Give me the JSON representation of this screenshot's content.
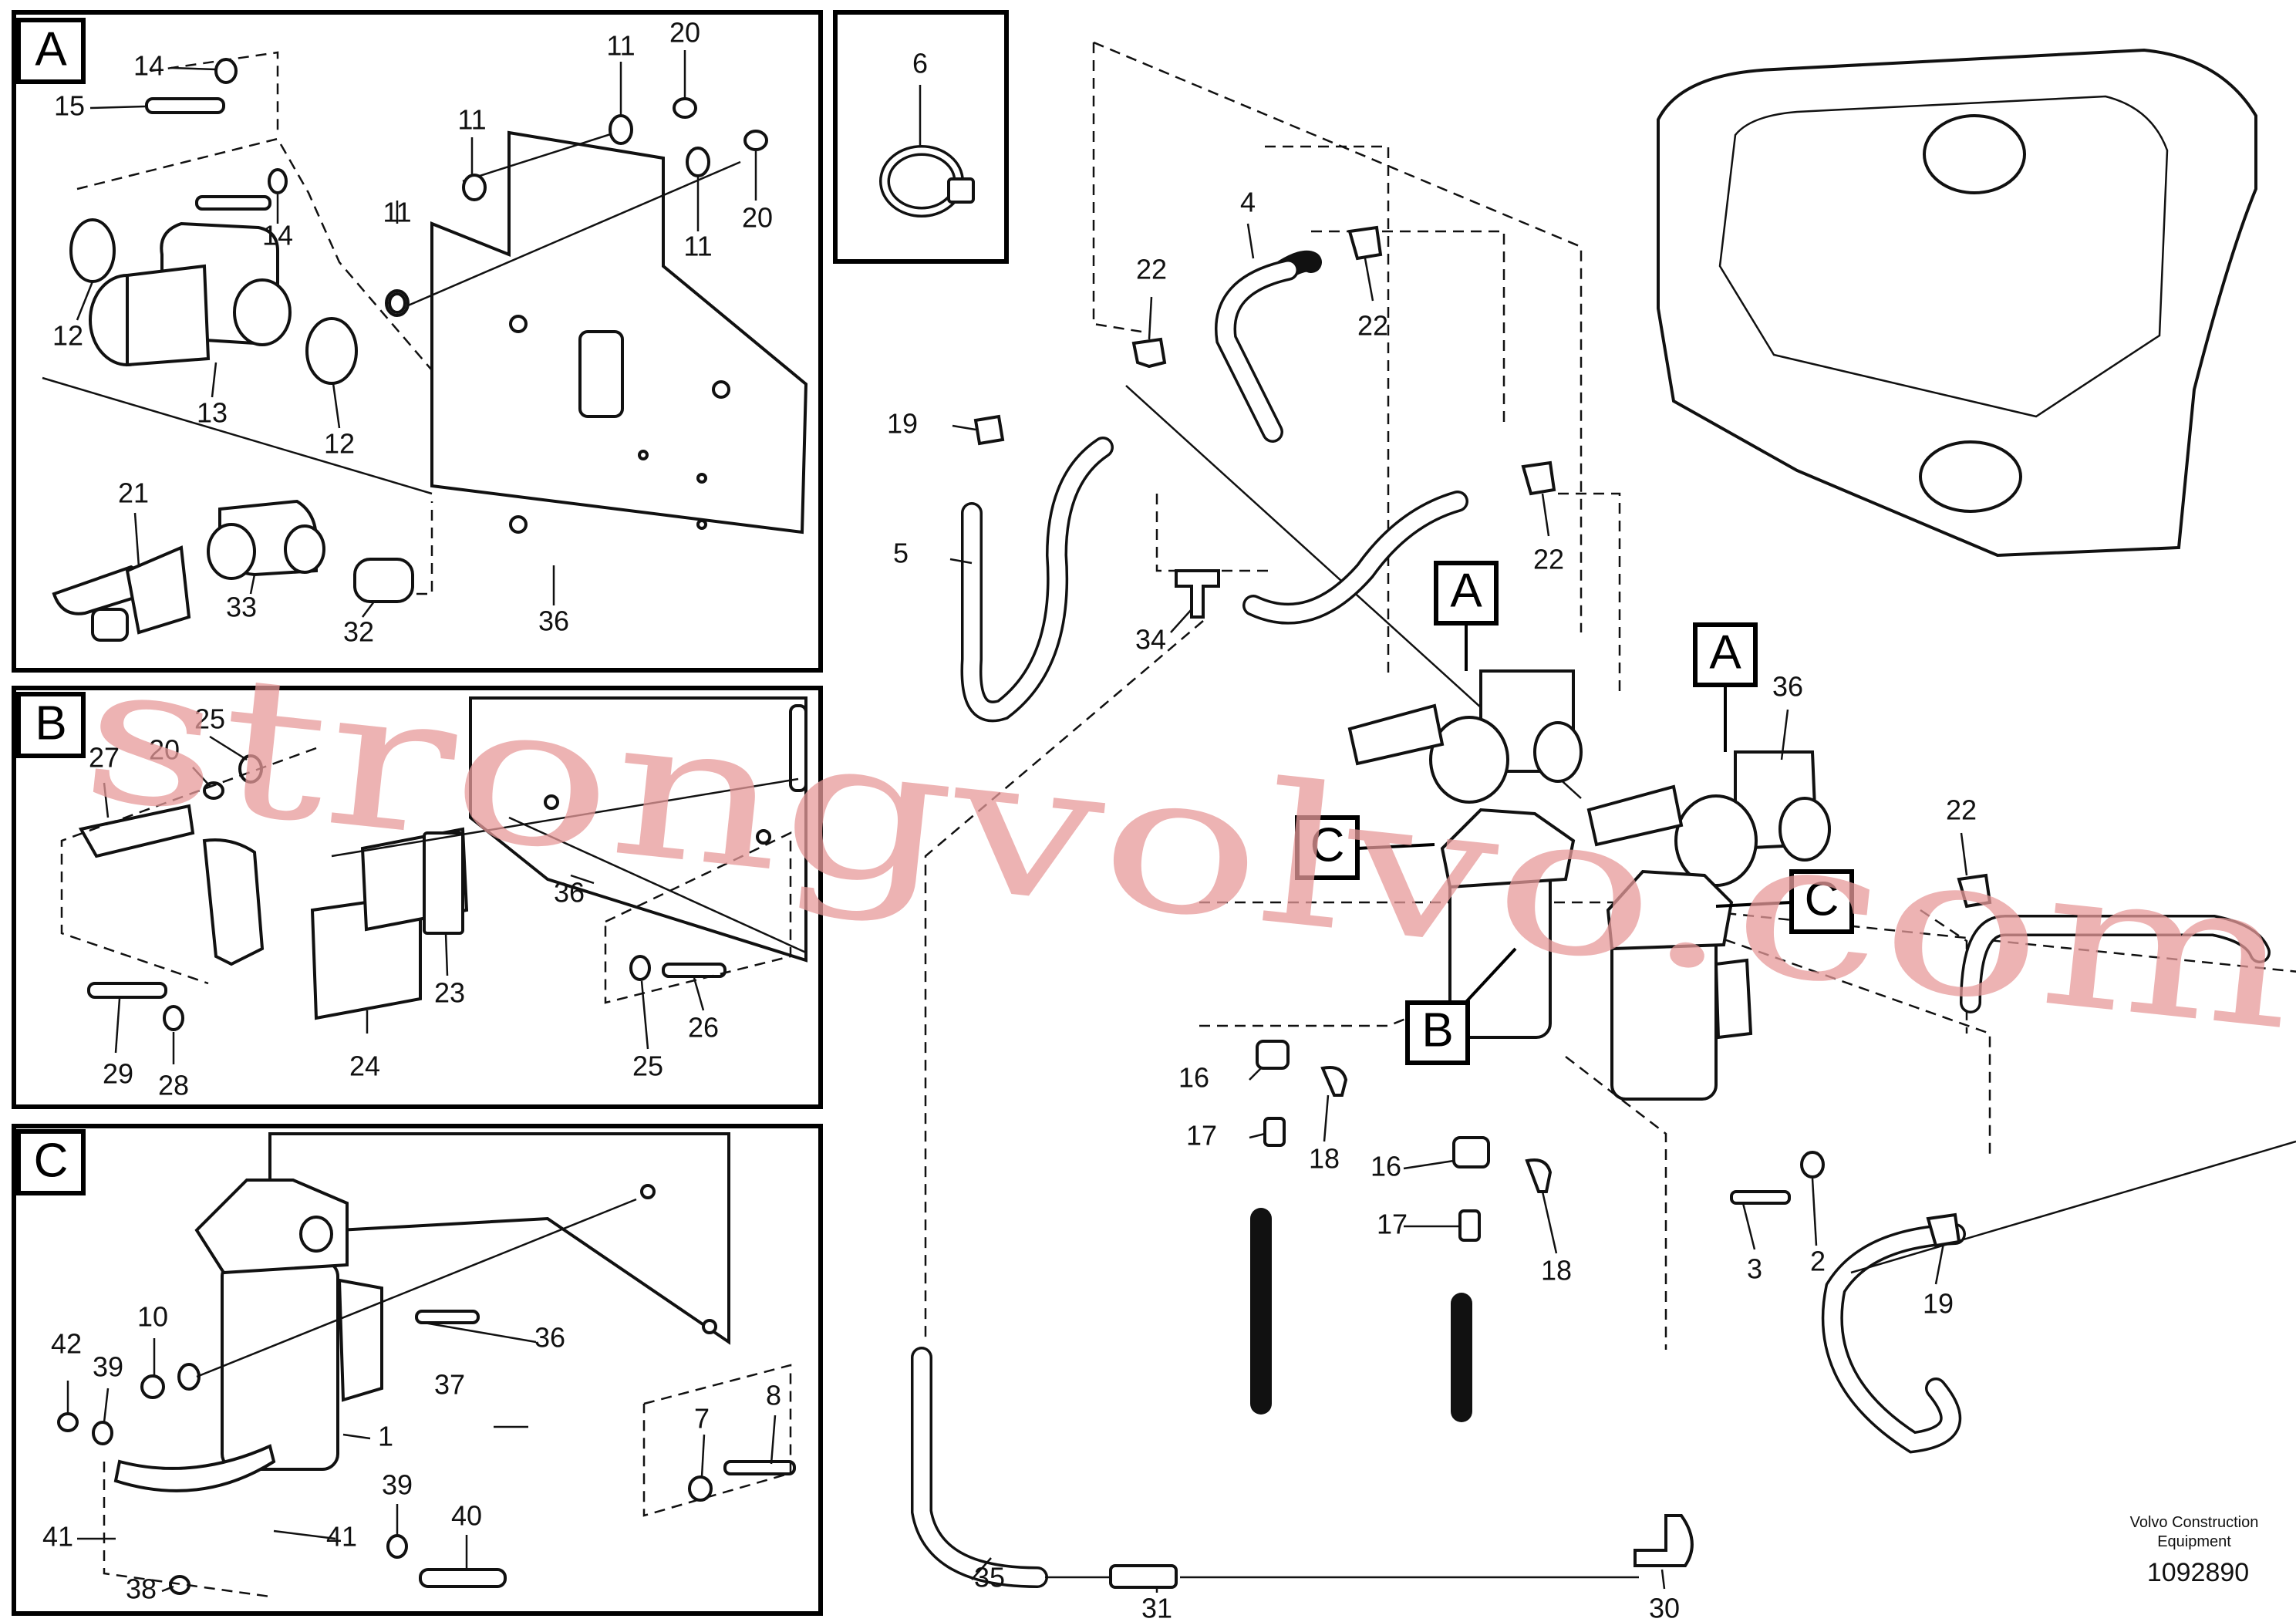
{
  "panels": [
    {
      "id": "A",
      "letter": "A"
    },
    {
      "id": "B",
      "letter": "B"
    },
    {
      "id": "C",
      "letter": "C"
    },
    {
      "id": "inset",
      "letter": ""
    }
  ],
  "main_markers": [
    "A",
    "A",
    "B",
    "C",
    "C"
  ],
  "callouts": {
    "p1": "1",
    "p2": "2",
    "p3": "3",
    "p4": "4",
    "p5": "5",
    "p6": "6",
    "p7": "7",
    "p8": "8",
    "p10": "10",
    "p11": "11",
    "p12": "12",
    "p13": "13",
    "p14": "14",
    "p15": "15",
    "p16": "16",
    "p17": "17",
    "p18": "18",
    "p19": "19",
    "p20": "20",
    "p21": "21",
    "p22": "22",
    "p23": "23",
    "p24": "24",
    "p25": "25",
    "p26": "26",
    "p27": "27",
    "p28": "28",
    "p29": "29",
    "p30": "30",
    "p31": "31",
    "p32": "32",
    "p33": "33",
    "p34": "34",
    "p35": "35",
    "p36": "36",
    "p37": "37",
    "p38": "38",
    "p39": "39",
    "p40": "40",
    "p41": "41",
    "p42": "42"
  },
  "footer": {
    "company_line1": "Volvo Construction",
    "company_line2": "Equipment",
    "drawing_number": "1092890"
  },
  "watermark": "strongvolvo.com",
  "colors": {
    "line": "#111111",
    "watermark": "#e79a9a",
    "background": "#ffffff"
  }
}
